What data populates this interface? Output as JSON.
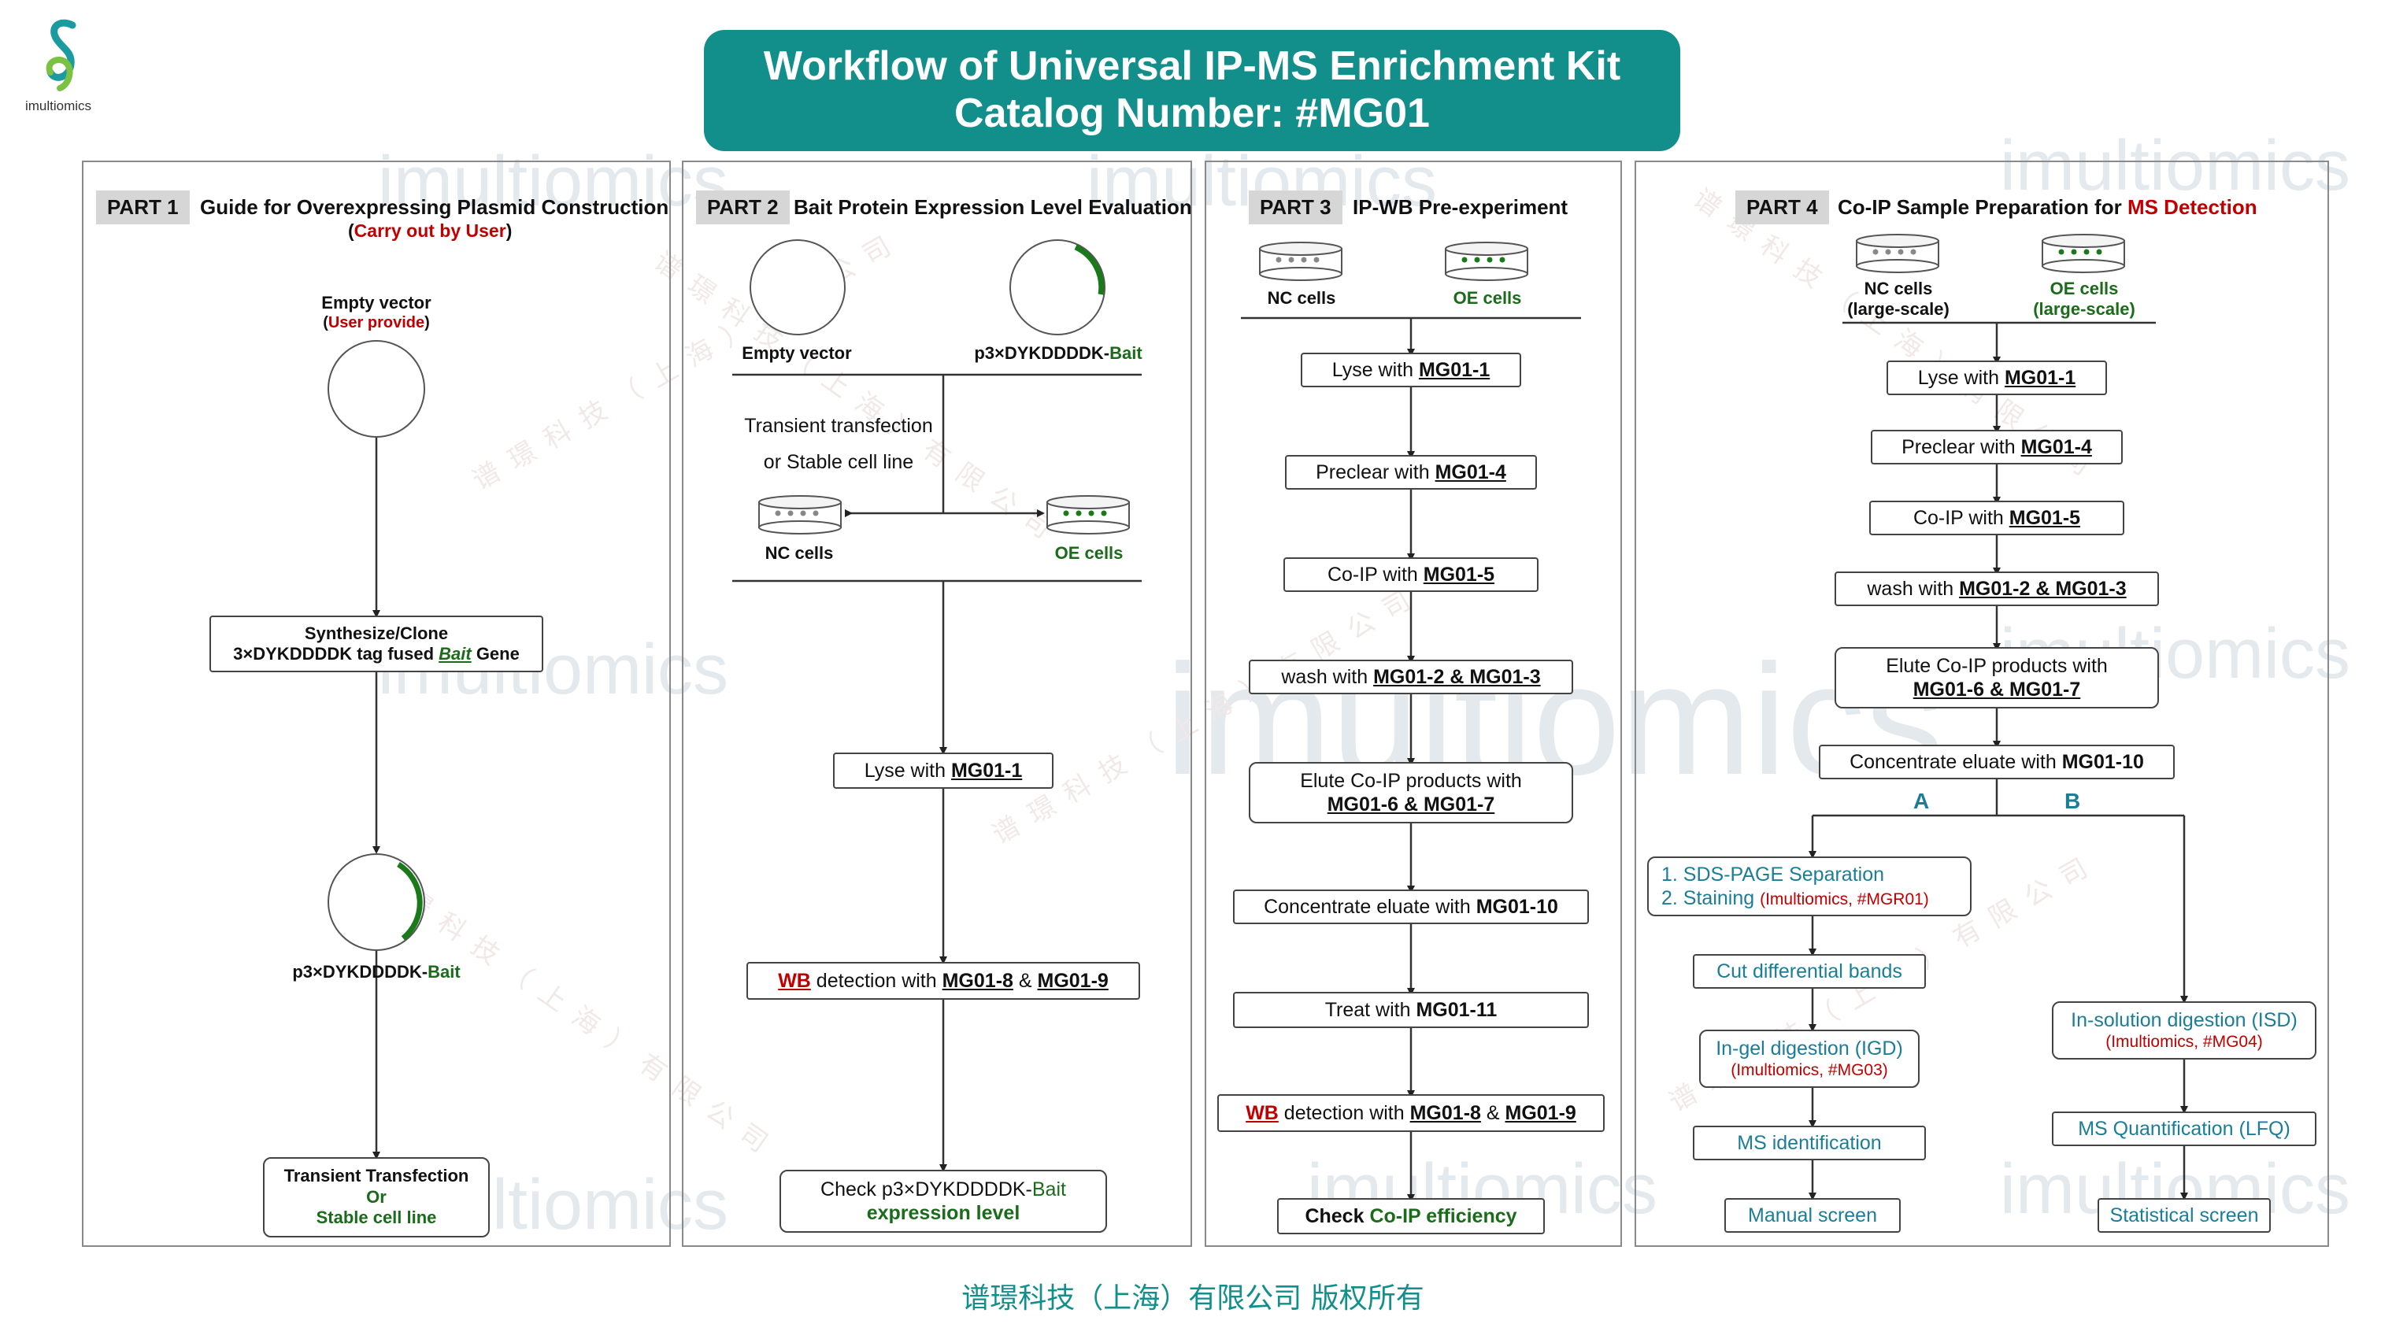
{
  "logo": {
    "text": "imultiomics"
  },
  "header": {
    "line1": "Workflow of  Universal IP-MS Enrichment Kit",
    "line2": "Catalog Number: #MG01",
    "bg": "#128f8b"
  },
  "watermark": {
    "text": "imultiomics",
    "cn": "谱璟科技（上海）有限公司"
  },
  "part1": {
    "tag": "PART 1",
    "title": "Guide for Overexpressing Plasmid Construction",
    "sub_open": "(",
    "sub_red": "Carry out by User",
    "sub_close": ")",
    "empty_vector": "Empty vector",
    "user_open": "(",
    "user_red": "User provide",
    "user_close": ")",
    "synth_line1": "Synthesize/Clone",
    "synth_pre": "3×DYKDDDDK tag fused ",
    "synth_bait": "Bait",
    "synth_post": " Gene",
    "plasmid_pre": "p3×DYKDDDDK-",
    "plasmid_bait": "Bait",
    "trans_line1": "Transient Transfection",
    "trans_or": "Or",
    "trans_line3": "Stable cell line"
  },
  "part2": {
    "tag": "PART 2",
    "title": "Bait Protein Expression Level Evaluation",
    "empty_vector": "Empty vector",
    "plasmid_pre": "p3×DYKDDDDK-",
    "plasmid_bait": "Bait",
    "transient1": "Transient transfection",
    "transient2": "or Stable cell line",
    "nc": "NC cells",
    "oe": "OE cells",
    "lyse_pre": "Lyse with ",
    "lyse_code": "MG01-1",
    "wb_red": "WB",
    "wb_mid": " detection with ",
    "wb_code1": "MG01-8",
    "wb_amp": " & ",
    "wb_code2": "MG01-9",
    "check_pre": "Check p3×DYKDDDDK-",
    "check_bait": "Bait",
    "check_line2": "expression level"
  },
  "part3": {
    "tag": "PART 3",
    "title": "IP-WB Pre-experiment",
    "nc": "NC cells",
    "oe": "OE cells",
    "steps": {
      "lyse_pre": "Lyse with ",
      "lyse_code": "MG01-1",
      "preclear_pre": "Preclear with ",
      "preclear_code": "MG01-4",
      "coip_pre": "Co-IP with ",
      "coip_code": "MG01-5",
      "wash_pre": "wash with ",
      "wash_code": "MG01-2 & MG01-3",
      "elute_line1": "Elute Co-IP products  with",
      "elute_code": "MG01-6 & MG01-7",
      "conc_pre": "Concentrate eluate with ",
      "conc_code": "MG01-10",
      "treat_pre": "Treat with ",
      "treat_code": "MG01-11",
      "wb_red": "WB",
      "wb_mid": " detection with ",
      "wb_code1": "MG01-8",
      "wb_amp": " & ",
      "wb_code2": "MG01-9",
      "check_pre": "Check ",
      "check_green": "Co-IP efficiency"
    }
  },
  "part4": {
    "tag": "PART 4",
    "title_pre": "Co-IP Sample Preparation for ",
    "title_red": "MS Detection",
    "nc1": "NC cells",
    "nc2": "(large-scale)",
    "oe1": "OE cells",
    "oe2": "(large-scale)",
    "steps": {
      "lyse_pre": "Lyse with ",
      "lyse_code": "MG01-1",
      "preclear_pre": "Preclear with ",
      "preclear_code": "MG01-4",
      "coip_pre": "Co-IP with ",
      "coip_code": "MG01-5",
      "wash_pre": "wash with ",
      "wash_code": "MG01-2 & MG01-3",
      "elute_line1": "Elute Co-IP products  with",
      "elute_code": "MG01-6 & MG01-7",
      "conc_pre": "Concentrate eluate with ",
      "conc_code": "MG01-10"
    },
    "branch_a": "A",
    "branch_b": "B",
    "sds_1": "1.  SDS-PAGE Separation",
    "sds_2_pre": "2.  Staining ",
    "sds_2_red": "(Imultiomics, #MGR01)",
    "cut": "Cut differential bands",
    "igd": "In-gel digestion (IGD)",
    "igd_red": "(Imultiomics, #MG03)",
    "msid": "MS identification",
    "manual": "Manual screen",
    "isd": "In-solution digestion (ISD)",
    "isd_red": "(Imultiomics, #MG04)",
    "lfq": "MS Quantification  (LFQ)",
    "stat": "Statistical screen"
  },
  "footer": "谱璟科技（上海）有限公司 版权所有",
  "colors": {
    "teal": "#128f8b",
    "red": "#c00000",
    "green": "#1a6b1a",
    "blue": "#1b7d96"
  }
}
